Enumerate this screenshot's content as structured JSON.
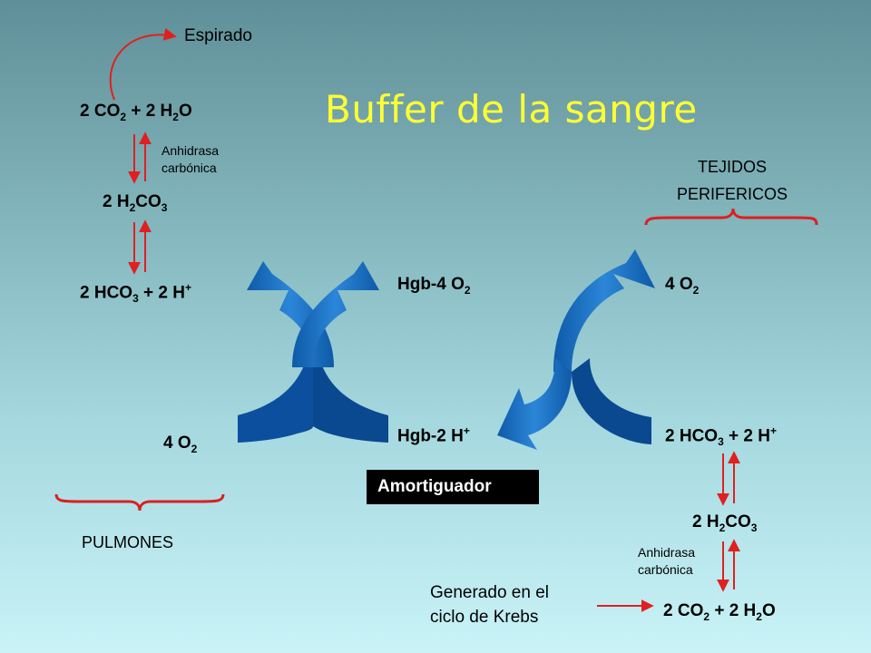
{
  "title": "Buffer de la sangre",
  "left_column": {
    "espirado": "Espirado",
    "co2_h2o": {
      "a": "2 CO",
      "a_sub": "2",
      "b": " + 2 H",
      "b_sub": "2",
      "c": "O"
    },
    "enzyme": [
      "Anhidrasa",
      "carbónica"
    ],
    "h2co3": {
      "a": "2 H",
      "a_sub": "2",
      "b": "CO",
      "b_sub": "3"
    },
    "hco3_h": {
      "a": "2 HCO",
      "a_sub": "3",
      "b": " + 2 H",
      "b_sup": "+"
    },
    "o2": {
      "a": "4 O",
      "a_sub": "2"
    },
    "region": "PULMONES"
  },
  "center": {
    "hgb_o2": {
      "a": "Hgb-4 O",
      "a_sub": "2"
    },
    "hgb_h": {
      "a": "Hgb-2 H",
      "a_sup": "+"
    },
    "amortiguador": "Amortiguador"
  },
  "right_column": {
    "region": [
      "TEJIDOS",
      "PERIFERICOS"
    ],
    "o2": {
      "a": "4 O",
      "a_sub": "2"
    },
    "hco3_h": {
      "a": "2 HCO",
      "a_sub": "3",
      "b": " + 2 H",
      "b_sup": "+"
    },
    "h2co3": {
      "a": "2 H",
      "a_sub": "2",
      "b": "CO",
      "b_sub": "3"
    },
    "enzyme": [
      "Anhidrasa",
      "carbónica"
    ],
    "krebs": [
      "Generado en el",
      "ciclo de Krebs"
    ],
    "co2_h2o": {
      "a": "2 CO",
      "a_sub": "2",
      "b": " + 2 H",
      "b_sub": "2",
      "c": "O"
    }
  },
  "colors": {
    "title": "#ffff33",
    "arrow_red": "#e02020",
    "brace_red": "#dd1f1f",
    "curved_arrow_light": "#1f74c7",
    "curved_arrow_dark": "#0b4f9e",
    "box_black": "#000000"
  },
  "icons": [
    "curved-arrow-icon",
    "double-arrow-icon",
    "brace-icon"
  ]
}
